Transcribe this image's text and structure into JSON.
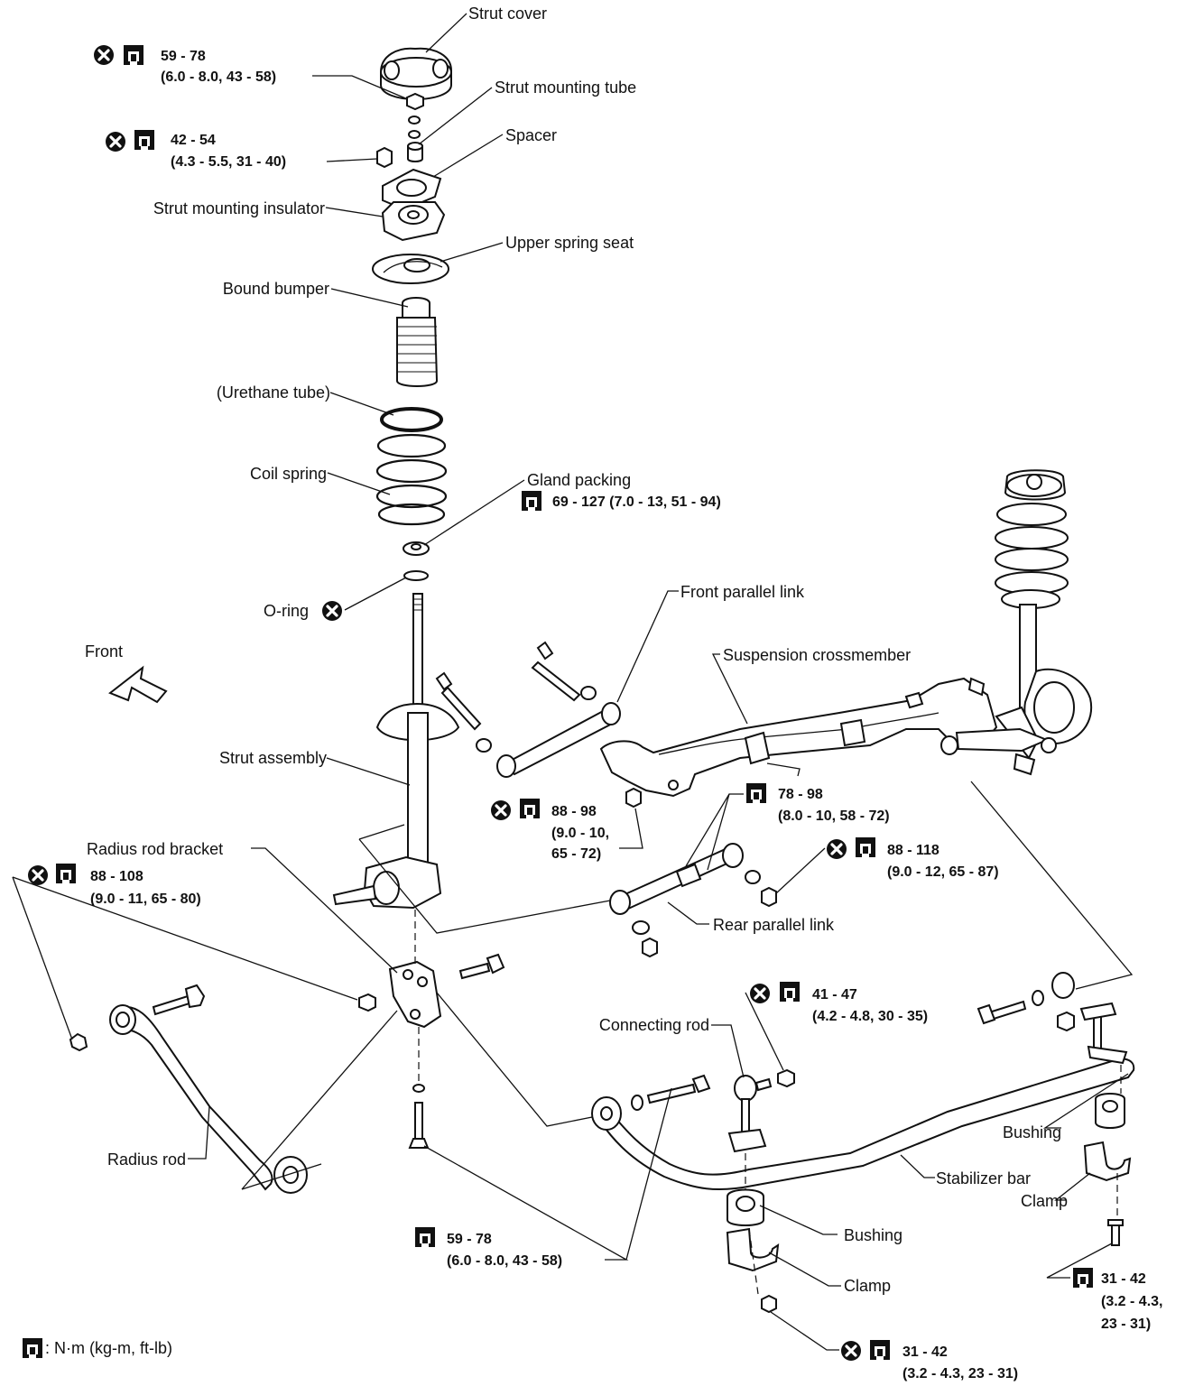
{
  "labels": {
    "strut_cover": "Strut cover",
    "strut_mounting_tube": "Strut mounting tube",
    "spacer": "Spacer",
    "strut_mounting_insulator": "Strut mounting insulator",
    "upper_spring_seat": "Upper spring seat",
    "bound_bumper": "Bound bumper",
    "urethane_tube": "(Urethane tube)",
    "coil_spring": "Coil spring",
    "gland_packing": "Gland packing",
    "o_ring": "O-ring",
    "front": "Front",
    "front_parallel_link": "Front parallel link",
    "suspension_crossmember": "Suspension crossmember",
    "strut_assembly": "Strut assembly",
    "radius_rod_bracket": "Radius rod bracket",
    "rear_parallel_link": "Rear parallel link",
    "connecting_rod": "Connecting rod",
    "bushing_right": "Bushing",
    "stabilizer_bar": "Stabilizer bar",
    "clamp_right": "Clamp",
    "radius_rod": "Radius rod",
    "bushing_center": "Bushing",
    "clamp_center": "Clamp"
  },
  "torques": {
    "strut_cover_nut": {
      "value": "59 - 78",
      "sub": "(6.0 - 8.0, 43 - 58)"
    },
    "insulator_nut": {
      "value": "42 - 54",
      "sub": "(4.3 - 5.5, 31 - 40)"
    },
    "gland_packing": {
      "value": "69 - 127 (7.0 - 13, 51 - 94)"
    },
    "front_link_nut": {
      "value": "88 - 98",
      "sub1": "(9.0 - 10,",
      "sub2": "65 - 72)"
    },
    "rear_link_adjust": {
      "value": "78 - 98",
      "sub": "(8.0 - 10, 58 - 72)"
    },
    "rear_link_nut": {
      "value": "88 - 118",
      "sub": "(9.0 - 12, 65 - 87)"
    },
    "radius_rod_nut": {
      "value": "88 - 108",
      "sub": "(9.0 - 11, 65 - 80)"
    },
    "connecting_rod_nut": {
      "value": "41 - 47",
      "sub": "(4.2 - 4.8, 30 - 35)"
    },
    "bracket_bolt": {
      "value": "59 - 78",
      "sub": "(6.0 - 8.0, 43 - 58)"
    },
    "clamp_bolt_right": {
      "value": "31 - 42",
      "sub1": "(3.2 - 4.3,",
      "sub2": "23 - 31)"
    },
    "clamp_bolt_center": {
      "value": "31 - 42",
      "sub": "(3.2 - 4.3, 23 - 31)"
    }
  },
  "legend": {
    "text": ": N·m (kg-m, ft-lb)"
  },
  "icons": [
    "replace-icon",
    "torque-wrench-icon",
    "front-arrow-icon"
  ]
}
